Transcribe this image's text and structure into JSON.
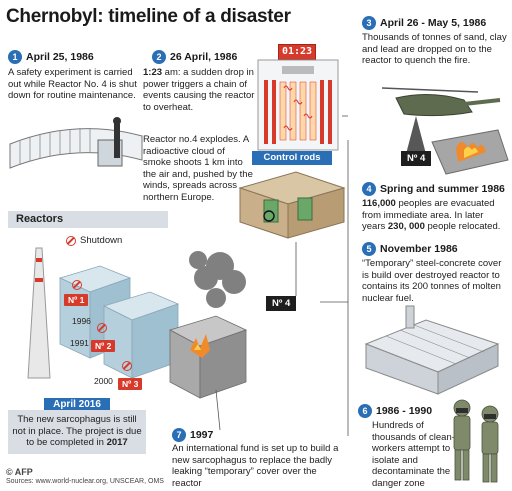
{
  "title": "Chernobyl: timeline of a disaster",
  "steps": [
    {
      "num": "1",
      "date": "April 25, 1986",
      "text": "A safety experiment is carried out while Reactor No. 4 is shut down for routine maintenance."
    },
    {
      "num": "2",
      "date": "26 April, 1986",
      "time": "1:23",
      "text_a": " am: a sudden drop in power triggers a chain of events causing the reactor to overheat.",
      "text_b": "Reactor no.4 explodes. A radioactive cloud of smoke shoots 1 km into the air and, pushed by the winds, spreads across northern Europe."
    },
    {
      "num": "3",
      "date": "April 26 - May 5, 1986",
      "text": "Thousands of tonnes of sand, clay and lead are dropped on to the reactor to quench the fire."
    },
    {
      "num": "4",
      "date": "Spring and summer 1986",
      "count_a": "116,000",
      "text_a": " peoples are evacuated from immediate area. In later years ",
      "count_b": "230, 000",
      "text_b": " people relocated."
    },
    {
      "num": "5",
      "date": "November 1986",
      "text": "“Temporary” steel-concrete cover is build over destroyed reactor to contains its 200 tonnes of molten nuclear fuel."
    },
    {
      "num": "6",
      "date": "1986 - 1990",
      "text": "Hundreds of thousands of clean-up workers attempt to isolate and decontaminate the danger zone"
    },
    {
      "num": "7",
      "date": "1997",
      "text": "An international fund is set up to build a new sarcophagus to replace the badly leaking “temporary” cover over the reactor"
    }
  ],
  "clock": "01:23",
  "control_rods": "Control rods",
  "reactors": {
    "heading": "Reactors",
    "shutdown": "Shutdown",
    "units": [
      {
        "tag": "Nº 1",
        "year": "1996"
      },
      {
        "tag": "Nº 2",
        "year": "1991"
      },
      {
        "tag": "Nº 3",
        "year": "2000"
      }
    ],
    "unit4": "Nº 4"
  },
  "helicopter_tag": "Nº 4",
  "april2016": {
    "heading": "April 2016",
    "text_a": "The new sarcophagus is still not in place. The project is due to be completed in ",
    "year": "2017"
  },
  "credit": {
    "logo": "© AFP",
    "sources": "Sources: www.world-nuclear.org, UNSCEAR, OMS"
  },
  "colors": {
    "accent": "#2a6fb6",
    "alert": "#d63a2b",
    "panel": "#d8dee4",
    "dark": "#1e1e1e"
  }
}
